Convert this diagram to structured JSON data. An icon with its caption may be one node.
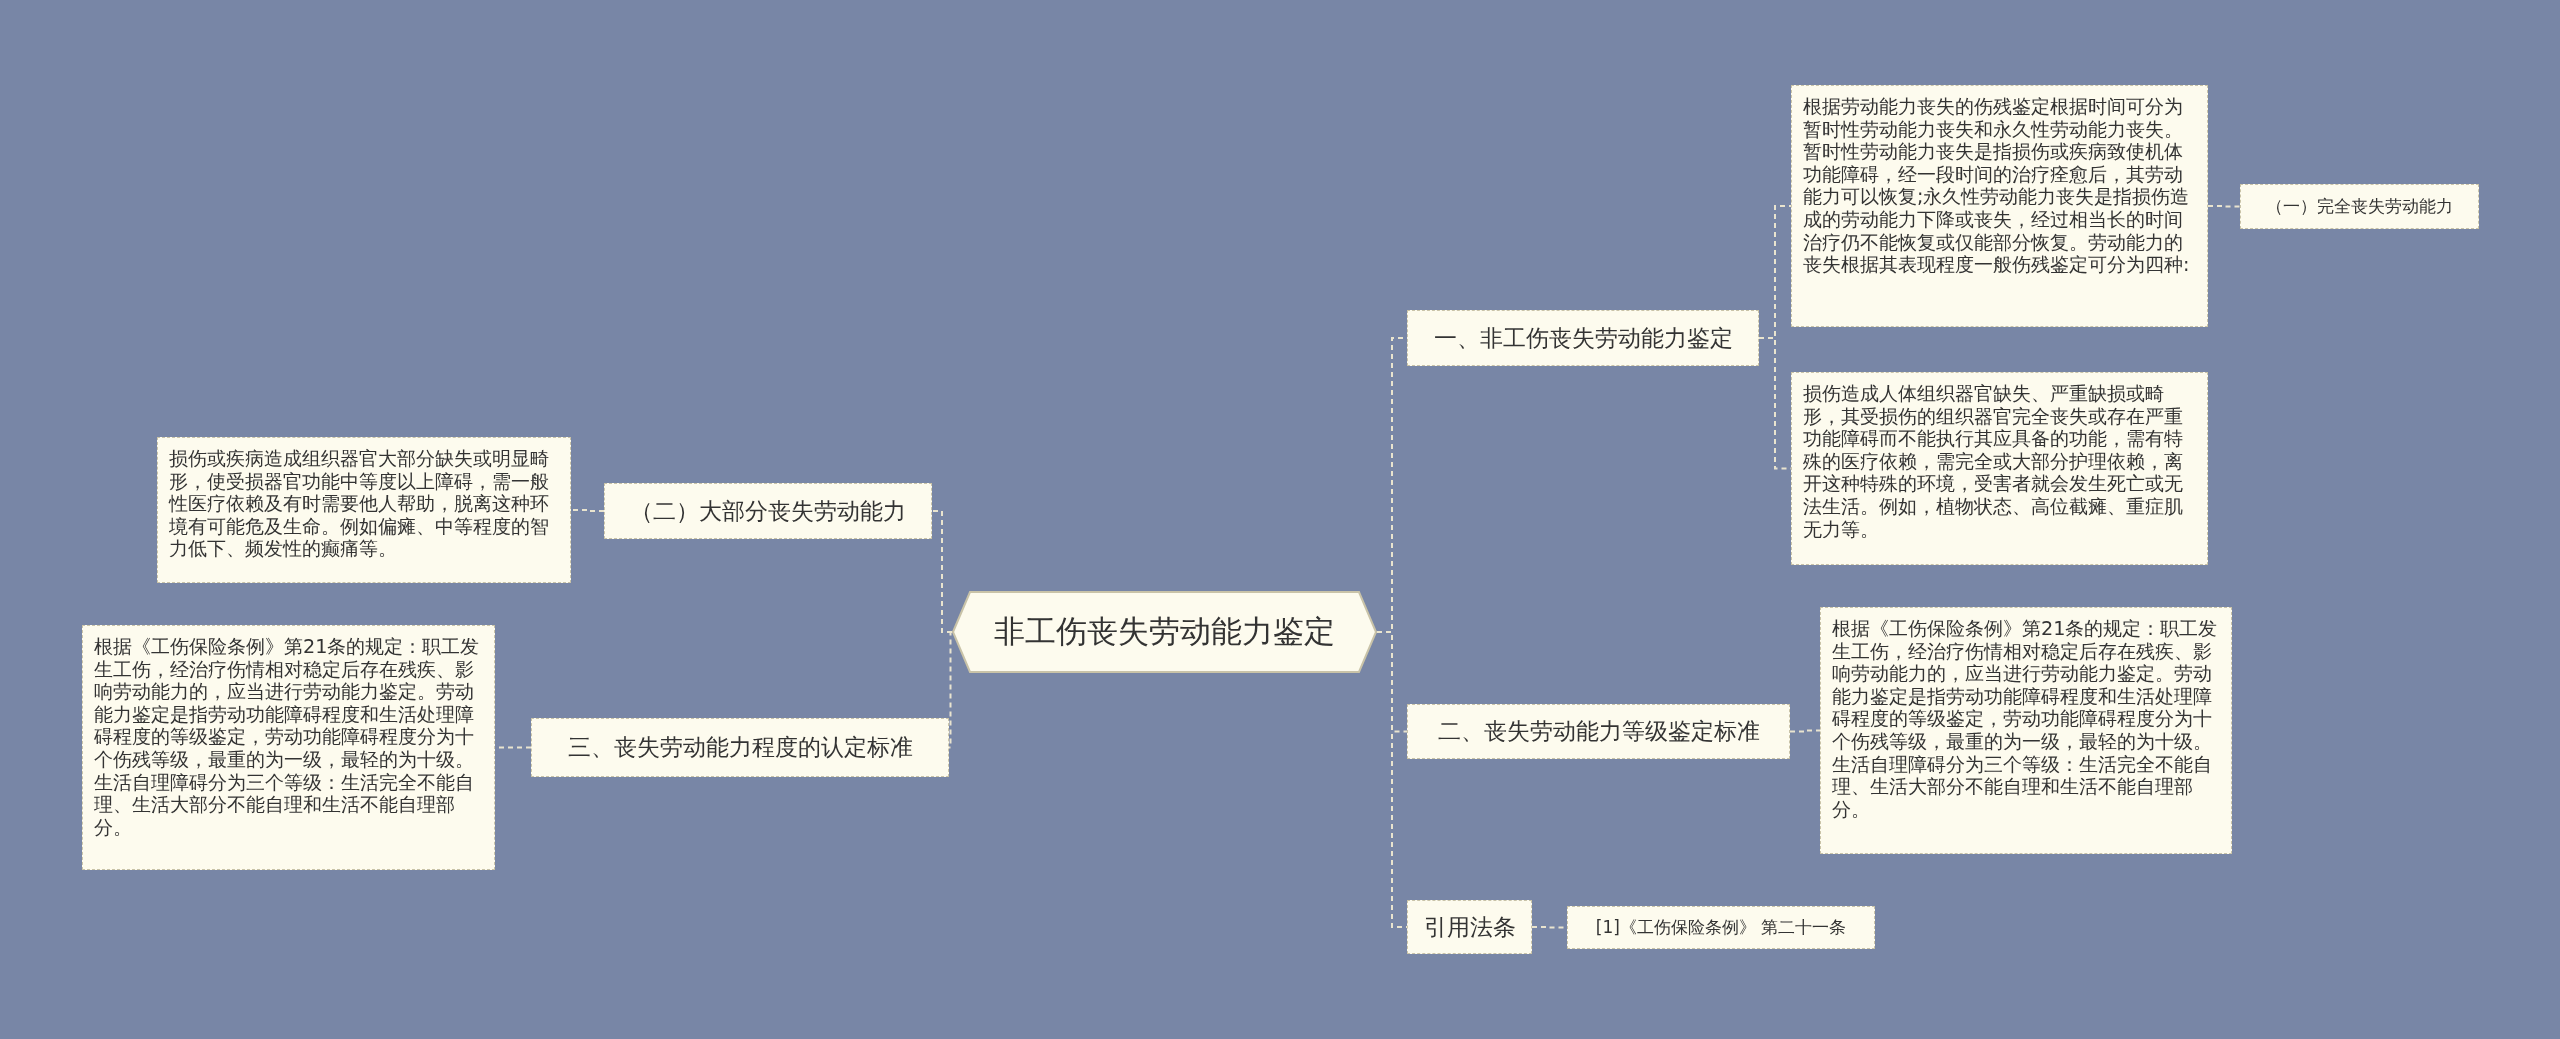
{
  "diagram": {
    "nodes": [
      {
        "text": [
          "非工伤丧失劳动能力鉴定"
        ]
      },
      {
        "text": [
          "一、非工伤丧失劳动能力鉴定"
        ]
      },
      {
        "text": [
          "根据劳动能力丧失的伤残鉴定根据时间可分为暂时性劳动能力丧失和永久性劳动能力丧失。暂时性劳动能力丧失是指损伤或疾病致使机体功能障碍，经一段时间的治疗痊愈后，其劳动能力可以恢复;永久性劳动能力丧失是指损伤造成的劳动能力下降或丧失，经过相当长的时间治疗仍不能恢复或仅能部分恢复。劳动能力的丧失根据其表现程度一般伤残鉴定可分为四种:"
        ]
      },
      {
        "text": [
          "（一）完全丧失劳动能力"
        ]
      },
      {
        "text": [
          "损伤造成人体组织器官缺失、严重缺损或畸形，其受损伤的组织器官完全丧失或存在严重功能障碍而不能执行其应具备的功能，需有特殊的医疗依赖，需完全或大部分护理依赖，离开这种特殊的环境，受害者就会发生死亡或无法生活。例如，植物状态、高位截瘫、重症肌无力等。"
        ]
      },
      {
        "text": [
          "二、丧失劳动能力等级鉴定标准"
        ]
      },
      {
        "text": [
          "根据《工伤保险条例》第21条的规定：职工发生工伤，经治疗伤情相对稳定后存在残疾、影响劳动能力的，应当进行劳动能力鉴定。劳动能力鉴定是指劳动功能障碍程度和生活处理障碍程度的等级鉴定，劳动功能障碍程度分为十个伤残等级，最重的为一级，最轻的为十级。生活自理障碍分为三个等级：生活完全不能自理、生活大部分不能自理和生活不能自理部分。"
        ]
      },
      {
        "text": [
          "引用法条"
        ]
      },
      {
        "text": [
          "[1]《工伤保险条例》 第二十一条"
        ]
      },
      {
        "text": [
          "（二）大部分丧失劳动能力"
        ]
      },
      {
        "text": [
          "损伤或疾病造成组织器官大部分缺失或明显畸形，使受损器官功能中等度以上障碍，需一般性医疗依赖及有时需要他人帮助，脱离这种环境有可能危及生命。例如偏瘫、中等程度的智力低下、频发性的癫痛等。"
        ]
      },
      {
        "text": [
          "三、丧失劳动能力程度的认定标准"
        ]
      },
      {
        "text": [
          "根据《工伤保险条例》第21条的规定：职工发生工伤，经治疗伤情相对稳定后存在残疾、影响劳动能力的，应当进行劳动能力鉴定。劳动能力鉴定是指劳动功能障碍程度和生活处理障碍程度的等级鉴定，劳动功能障碍程度分为十个伤残等级，最重的为一级，最轻的为十级。生活自理障碍分为三个等级：生活完全不能自理、生活大部分不能自理和生活不能自理部分。"
        ]
      }
    ],
    "edges": [
      {
        "from": 0,
        "to": 1,
        "arrow": "none",
        "style": "dashed"
      },
      {
        "from": 1,
        "to": 2,
        "arrow": "none",
        "style": "dashed"
      },
      {
        "from": 2,
        "to": 3,
        "arrow": "none",
        "style": "dashed"
      },
      {
        "from": 1,
        "to": 4,
        "arrow": "none",
        "style": "dashed"
      },
      {
        "from": 0,
        "to": 5,
        "arrow": "none",
        "style": "dashed"
      },
      {
        "from": 5,
        "to": 6,
        "arrow": "none",
        "style": "dashed"
      },
      {
        "from": 0,
        "to": 7,
        "arrow": "none",
        "style": "dashed"
      },
      {
        "from": 7,
        "to": 8,
        "arrow": "none",
        "style": "dashed"
      },
      {
        "from": 0,
        "to": 9,
        "arrow": "none",
        "style": "dashed"
      },
      {
        "from": 9,
        "to": 10,
        "arrow": "none",
        "style": "dashed"
      },
      {
        "from": 0,
        "to": 11,
        "arrow": "none",
        "style": "dashed"
      },
      {
        "from": 11,
        "to": 12,
        "arrow": "none",
        "style": "dashed"
      }
    ]
  }
}
